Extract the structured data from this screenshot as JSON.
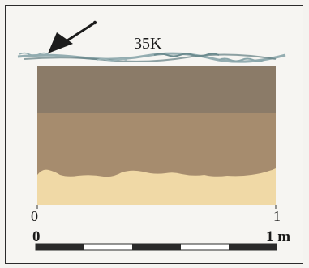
{
  "figure": {
    "site_label": "35K",
    "section_axis": {
      "start": "0",
      "end": "1"
    },
    "scale_bar": {
      "start": "0",
      "end": "1 m",
      "segments": 5
    },
    "north_arrow": "arrow-icon",
    "colors": {
      "paper": "#f6f5f2",
      "border": "#2b2b2b",
      "layer_top": "#8b7b68",
      "layer_middle": "#a68c6e",
      "layer_bottom": "#f0d9a6",
      "water": "#6f8c90",
      "scale_dark": "#2a2a2a",
      "scale_light": "#ffffff"
    }
  }
}
